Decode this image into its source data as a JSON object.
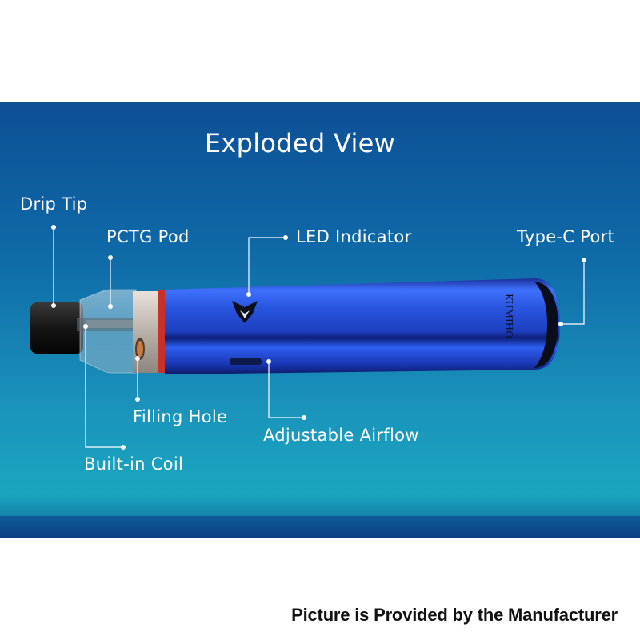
{
  "title": "Exploded View",
  "labels": {
    "drip_tip": "Drip Tip",
    "pctg_pod": "PCTG Pod",
    "led_indicator": "LED Indicator",
    "type_c_port": "Type-C Port",
    "filling_hole": "Filling Hole",
    "adjustable_airflow": "Adjustable Airflow",
    "built_in_coil": "Built-in Coil"
  },
  "brand_text": "KUMIHO",
  "footer": "Picture is Provided by the Manufacturer",
  "colors": {
    "panel_top": "#0d4f96",
    "panel_bottom": "#1aa6bf",
    "body_blue": "#1f4fd6",
    "accent_red": "#c8302a",
    "drip_tip": "#1a1a1a",
    "text": "#ffffff"
  }
}
